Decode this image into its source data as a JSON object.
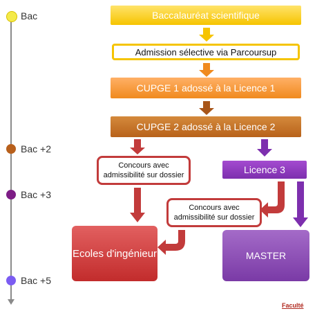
{
  "timeline": [
    {
      "label": "Bac",
      "color": "#f4ea4a"
    },
    {
      "label": "Bac +2",
      "color": "#b8601c"
    },
    {
      "label": "Bac +3",
      "color": "#7d1d86"
    },
    {
      "label": "Bac +5",
      "color": "#7b5cf2"
    }
  ],
  "boxes": {
    "bac": "Baccalauréat scientifique",
    "admission": "Admission  sélective via Parcoursup",
    "cupge1": "CUPGE 1 adossé à la Licence 1",
    "cupge2": "CUPGE 2 adossé à la Licence 2",
    "concours1": "Concours avec admissibilité sur dossier",
    "licence3": "Licence 3",
    "concours2": "Concours avec admissibilité sur dossier",
    "ecoles": "Ecoles d'ingénieur",
    "master": "MASTER"
  },
  "logo_text": "Faculté",
  "colors": {
    "yellow": "#f6c400",
    "orange": "#f08a1e",
    "brown": "#b8621a",
    "red": "#c22c2c",
    "purple": "#7d2fae"
  }
}
